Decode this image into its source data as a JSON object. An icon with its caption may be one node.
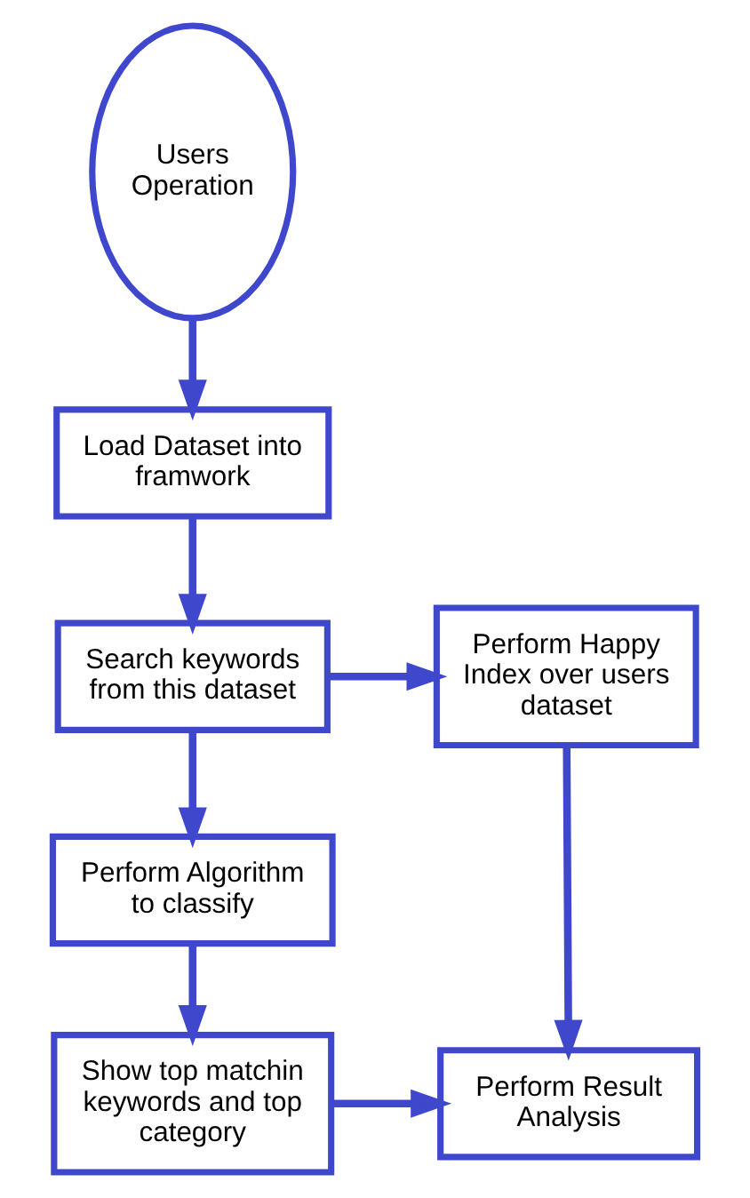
{
  "diagram": {
    "nodes": [
      {
        "text": [
          "Users Operation"
        ]
      },
      {
        "text": [
          "Load Dataset into framwork"
        ]
      },
      {
        "text": [
          "Search keywords from this dataset"
        ]
      },
      {
        "text": [
          "Perform Happy Index over users dataset"
        ]
      },
      {
        "text": [
          "Perform Algorithm to classify"
        ]
      },
      {
        "text": [
          "Show top matchin keywords and top category"
        ]
      },
      {
        "text": [
          "Perform Result Analysis"
        ]
      }
    ],
    "edges": [
      {
        "from": 0,
        "to": 1,
        "arrow": "to"
      },
      {
        "from": 1,
        "to": 2,
        "arrow": "to"
      },
      {
        "from": 2,
        "to": 3,
        "arrow": "to"
      },
      {
        "from": 2,
        "to": 4,
        "arrow": "to"
      },
      {
        "from": 4,
        "to": 5,
        "arrow": "to"
      },
      {
        "from": 3,
        "to": 6,
        "arrow": "to"
      },
      {
        "from": 5,
        "to": 6,
        "arrow": "to"
      }
    ]
  }
}
